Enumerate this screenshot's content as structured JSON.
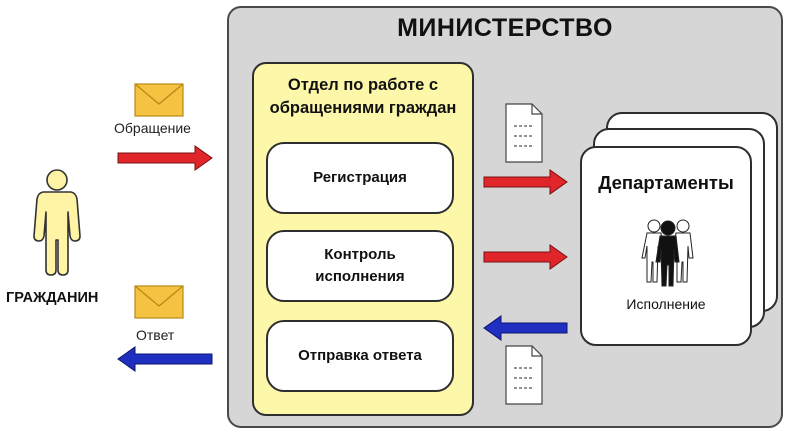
{
  "ministry": {
    "title": "МИНИСТЕРСТВО"
  },
  "department": {
    "title_line1": "Отдел по работе с",
    "title_line2": "обращениями граждан",
    "steps": [
      {
        "line1": "Регистрация",
        "line2": ""
      },
      {
        "line1": "Контроль",
        "line2": "исполнения"
      },
      {
        "line1": "Отправка ответа",
        "line2": ""
      }
    ]
  },
  "departments": {
    "title": "Департаменты",
    "caption": "Исполнение"
  },
  "citizen": {
    "label": "ГРАЖДАНИН"
  },
  "flows": {
    "request_label": "Обращение",
    "answer_label": "Ответ"
  },
  "colors": {
    "ministry_bg": "#d6d6d6",
    "dept_panel_bg": "#fdf7aa",
    "arrow_red": "#e0262b",
    "arrow_blue": "#1f2fbf",
    "envelope": "#f5c242",
    "citizen_fill": "#fff3a6"
  },
  "icons": {
    "envelope_request": "envelope-icon",
    "envelope_answer": "envelope-icon",
    "document_top": "document-icon",
    "document_bottom": "document-icon",
    "citizen": "person-icon",
    "people": "people-group-icon"
  }
}
